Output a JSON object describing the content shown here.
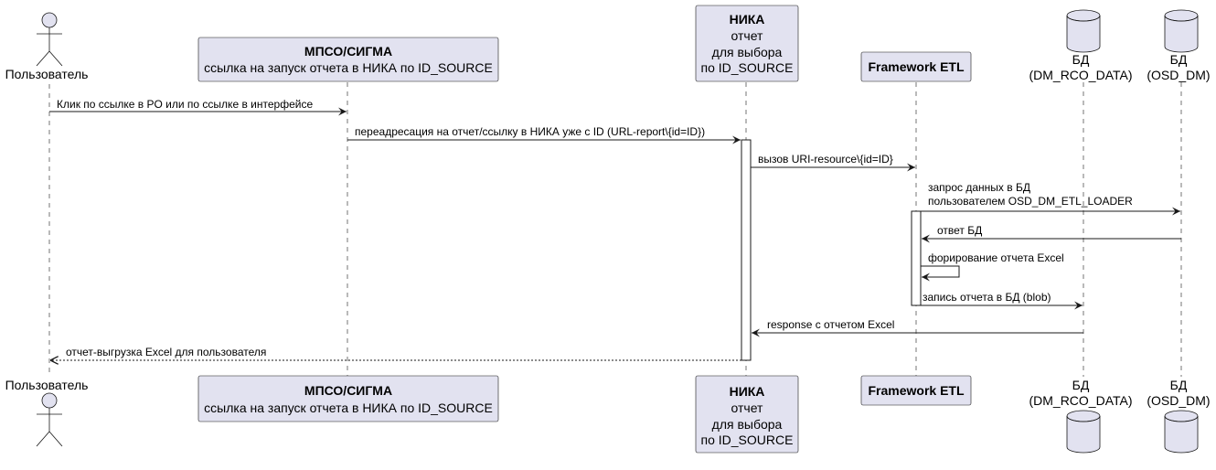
{
  "participants": {
    "user": {
      "name": "Пользователь"
    },
    "mpso": {
      "title": "МПСО/СИГМА",
      "subtitle": "ссылка на запуск отчета в НИКА по ID_SOURCE"
    },
    "nika": {
      "title": "НИКА",
      "line2": "отчет",
      "line3": "для выбора",
      "line4": "по ID_SOURCE"
    },
    "etl": {
      "title": "Framework ETL"
    },
    "db_rco": {
      "line1": "БД",
      "line2": "(DM_RCO_DATA)"
    },
    "db_osd": {
      "line1": "БД",
      "line2": "(OSD_DM)"
    }
  },
  "messages": {
    "m1": "Клик по ссылке в PO или по ссылке в интерфейсе",
    "m2": "переадресация на отчет/ссылку в НИКА уже с ID (URL-report\\{id=ID})",
    "m3": "вызов URI-resource\\{id=ID}",
    "m4_line1": "запрос данных в БД",
    "m4_line2": "пользователем OSD_DM_ETL_LOADER",
    "m5": "ответ БД",
    "m6": "форирование отчета Excel",
    "m7": "запись отчета в БД (blob)",
    "m8": "response с отчетом  Excel",
    "m9": "отчет-выгрузка Excel для пользователя"
  }
}
